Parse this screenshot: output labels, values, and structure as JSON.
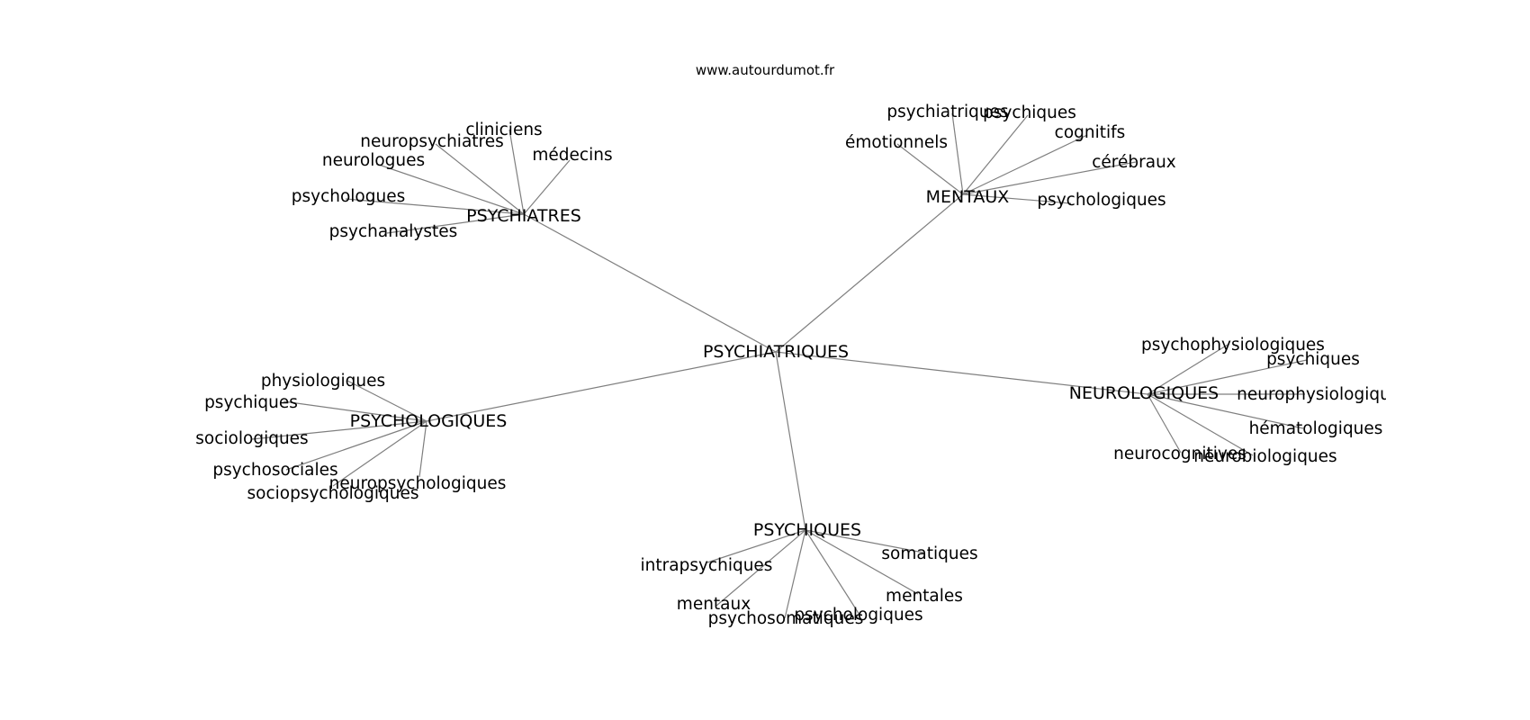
{
  "source": "www.autourdumot.fr",
  "root": "PSYCHIATRIQUES",
  "groups": [
    {
      "hub": "PSYCHIATRES",
      "words": [
        "cliniciens",
        "neuropsychiatres",
        "neurologues",
        "médecins",
        "psychologues",
        "psychanalystes"
      ]
    },
    {
      "hub": "MENTAUX",
      "words": [
        "psychiatriques",
        "psychiques",
        "émotionnels",
        "cognitifs",
        "cérébraux",
        "psychologiques"
      ]
    },
    {
      "hub": "PSYCHOLOGIQUES",
      "words": [
        "physiologiques",
        "psychiques",
        "sociologiques",
        "psychosociales",
        "neuropsychologiques",
        "sociopsychologiques"
      ]
    },
    {
      "hub": "NEUROLOGIQUES",
      "words": [
        "psychophysiologiques",
        "psychiques",
        "neurophysiologiques",
        "hématologiques",
        "neurocognitives",
        "neurobiologiques"
      ]
    },
    {
      "hub": "PSYCHIQUES",
      "words": [
        "intrapsychiques",
        "somatiques",
        "mentaux",
        "mentales",
        "psychosomatiques",
        "psychologiques"
      ]
    }
  ]
}
